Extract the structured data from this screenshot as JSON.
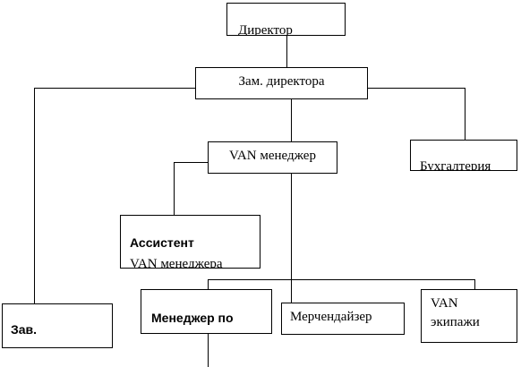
{
  "chart_data": {
    "type": "org-chart",
    "nodes": [
      {
        "id": "director",
        "lines": [
          "Директор"
        ]
      },
      {
        "id": "deputy",
        "lines": [
          "Зам. директора"
        ],
        "parent": "director"
      },
      {
        "id": "van-manager",
        "lines": [
          "VAN менеджер"
        ],
        "parent": "deputy"
      },
      {
        "id": "accountant",
        "lines": [
          "Бухгалтерия"
        ],
        "parent": "deputy"
      },
      {
        "id": "head",
        "lines": [
          "Зав."
        ],
        "parent": "deputy"
      },
      {
        "id": "assistant",
        "lines": [
          "Ассистент",
          "VAN менеджера"
        ],
        "parent": "van-manager"
      },
      {
        "id": "sales-manager",
        "lines": [
          "Менеджер по"
        ],
        "parent": "van-manager"
      },
      {
        "id": "merchandiser",
        "lines": [
          "Мерчендайзер"
        ],
        "parent": "van-manager"
      },
      {
        "id": "van-crews",
        "lines": [
          "VAN",
          "экипажи"
        ],
        "parent": "van-manager"
      }
    ]
  }
}
